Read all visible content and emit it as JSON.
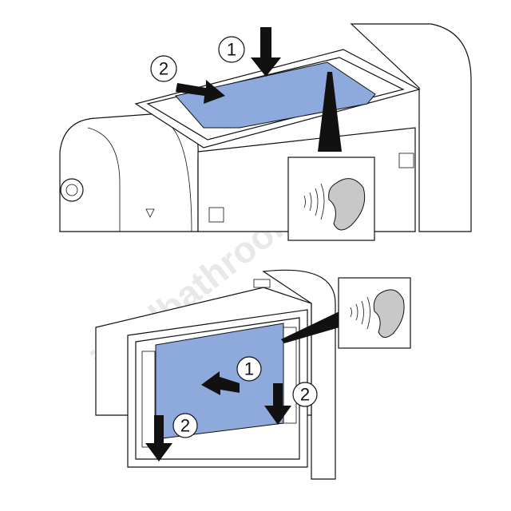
{
  "watermark": "idealbathrooms.com",
  "top_panel": {
    "step1": "1",
    "step2": "2"
  },
  "bottom_panel": {
    "step1": "1",
    "step2_left": "2",
    "step2_right": "2"
  },
  "colors": {
    "blue": "#8ea9dc",
    "ear": "#c8c8c8",
    "line": "#111111"
  }
}
